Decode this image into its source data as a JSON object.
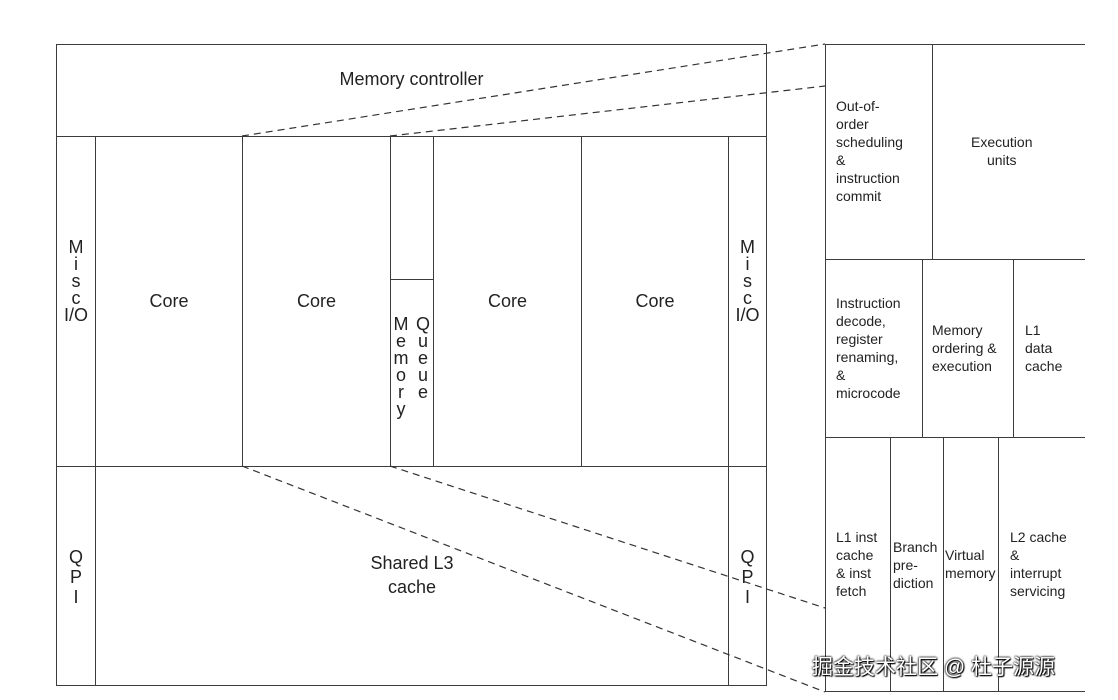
{
  "diagram": {
    "chip": {
      "memory_controller": "Memory controller",
      "misc_io_left": [
        "M",
        "i",
        "s",
        "c",
        "I/O"
      ],
      "misc_io_right": [
        "M",
        "i",
        "s",
        "c",
        "I/O"
      ],
      "cores": [
        "Core",
        "Core",
        "Core",
        "Core"
      ],
      "memory_queue": {
        "word1": [
          "M",
          "e",
          "m",
          "o",
          "r",
          "y"
        ],
        "word2": [
          "Q",
          "u",
          "e",
          "u",
          "e"
        ]
      },
      "qpi_left": [
        "Q",
        "P",
        "I"
      ],
      "qpi_right": [
        "Q",
        "P",
        "I"
      ],
      "shared_l3_cache": "Shared L3\ncache"
    },
    "core_detail": {
      "out_of_order": "Out-of-\norder\nscheduling\n&\ninstruction\ncommit",
      "execution_units": "Execution\nunits",
      "instruction_decode": "Instruction\ndecode,\nregister\nrenaming,\n&\nmicrocode",
      "memory_ordering": "Memory\nordering &\nexecution",
      "l1_data_cache": "L1\ndata\ncache",
      "l1_inst_cache": "L1 inst\ncache\n& inst\nfetch",
      "branch_prediction": "Branch\npre-\ndiction",
      "virtual_memory": "Virtual\nmemory",
      "l2_cache": "L2 cache\n&\ninterrupt\nservicing"
    },
    "watermark": "掘金技术社区 @ 杜子源源"
  }
}
